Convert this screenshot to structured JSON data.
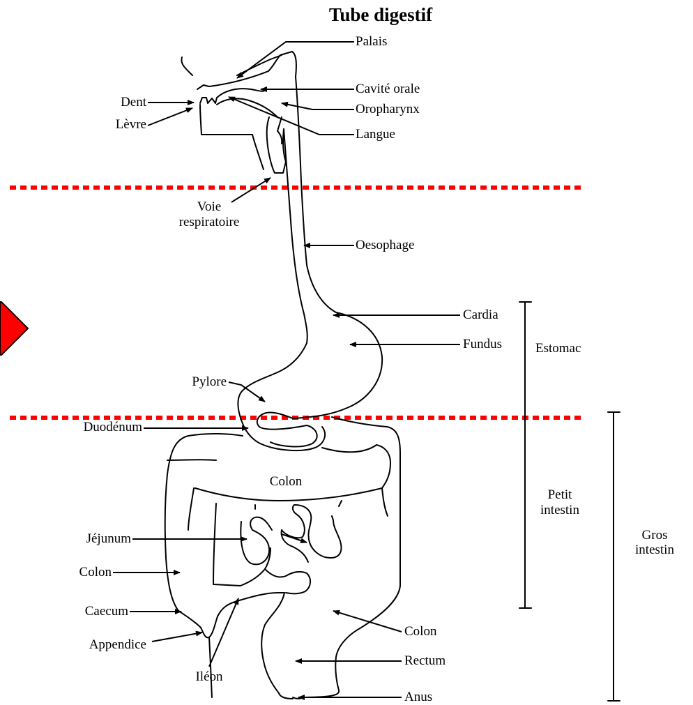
{
  "title": "Tube digestif",
  "colors": {
    "outline": "#000000",
    "dotted_line": "#ff0000",
    "marker_fill": "#ff0000",
    "marker_border": "#000000",
    "background": "#ffffff"
  },
  "labels": {
    "palais": "Palais",
    "cavite_orale": "Cavité orale",
    "oropharynx": "Oropharynx",
    "langue": "Langue",
    "dent": "Dent",
    "levre": "Lèvre",
    "voie": "Voie",
    "respiratoire": "respiratoire",
    "oesophage": "Oesophage",
    "cardia": "Cardia",
    "fundus": "Fundus",
    "estomac": "Estomac",
    "pylore": "Pylore",
    "duodenum": "Duodénum",
    "colon_transverse": "Colon",
    "petit": "Petit",
    "intestin_petit": "intestin",
    "gros": "Gros",
    "intestin_gros": "intestin",
    "jejunum": "Jéjunum",
    "colon_left": "Colon",
    "caecum": "Caecum",
    "appendice": "Appendice",
    "ileon": "Iléon",
    "colon_right": "Colon",
    "rectum": "Rectum",
    "anus": "Anus"
  }
}
